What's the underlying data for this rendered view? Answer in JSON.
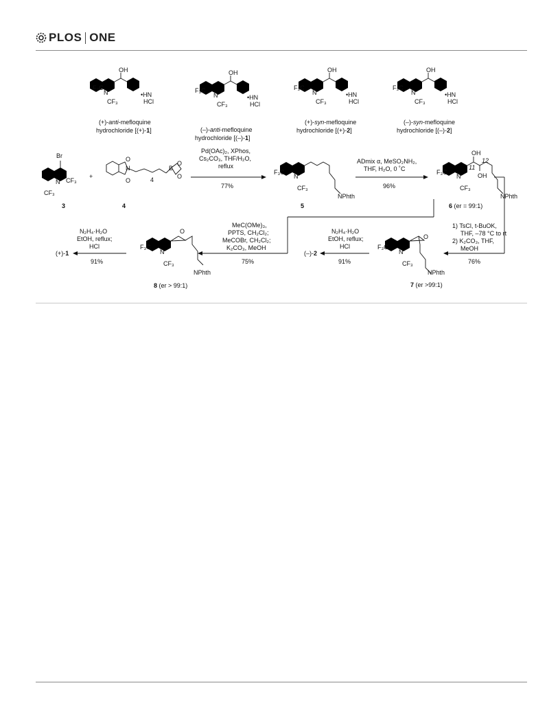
{
  "header": {
    "logo_left": "PLOS",
    "logo_right": "ONE"
  },
  "row1": [
    {
      "id": "m1",
      "line1_pre": "(+)-",
      "line1_it": "anti",
      "line1_post": "-mefloquine",
      "line2_pre": "hydrochloride [(+)-",
      "line2_b": "1",
      "line2_post": "]"
    },
    {
      "id": "m2",
      "line1_pre": "(–)-",
      "line1_it": "anti",
      "line1_post": "-mefloquine",
      "line2_pre": "hydrochloride [(–)-",
      "line2_b": "1",
      "line2_post": "]"
    },
    {
      "id": "m3",
      "line1_pre": "(+)-",
      "line1_it": "syn",
      "line1_post": "-mefloquine",
      "line2_pre": "hydrochloride [(+)-",
      "line2_b": "2",
      "line2_post": "]"
    },
    {
      "id": "m4",
      "line1_pre": "(–)-",
      "line1_it": "syn",
      "line1_post": "-mefloquine",
      "line2_pre": "hydrochloride [(–)-",
      "line2_b": "2",
      "line2_post": "]"
    }
  ],
  "labels": {
    "oh": "OH",
    "hn": "•HN",
    "hcl": "HCl",
    "f3c": "F₃C",
    "cf3": "CF₃",
    "n": "N",
    "br": "Br",
    "b": "B",
    "o": "O",
    "nphth": "NPhth",
    "plus": "+",
    "sub4": "4",
    "c11": "11",
    "c12": "12"
  },
  "compounds": {
    "c3": "3",
    "c4": "4",
    "c5": "5",
    "c6_num": "6",
    "c6_er": "(er = 99:1)",
    "c7_num": "7",
    "c7_er": "(er >99:1)",
    "c8_num": "8",
    "c8_er": "(er > 99:1)"
  },
  "reactions": {
    "r1": {
      "lines": [
        "Pd(OAc)₂, XPhos,",
        "Cs₂CO₃, THF/H₂O,",
        "reflux"
      ],
      "yield": "77%"
    },
    "r2": {
      "lines": [
        "ADmix α, MeSO₂NH₂,",
        "THF, H₂O, 0 ˚C"
      ],
      "yield": "96%"
    },
    "r3": {
      "lines": [
        "1) TsCl, t-BuOK,",
        "THF, –78 °C to rt",
        "2) K₂CO₃, THF,",
        "MeOH"
      ],
      "yield": "76%"
    },
    "r4": {
      "lines": [
        "N₂H₄·H₂O",
        "EtOH, reflux;",
        "HCl"
      ],
      "yield": "91%",
      "product_pre": "(–)-",
      "product_b": "2"
    },
    "r5": {
      "lines": [
        "MeC(OMe)₃,",
        "PPTS, CH₂Cl₂;",
        "MeCOBr, CH₂Cl₂;",
        "K₂CO₃, MeOH"
      ],
      "yield": "75%"
    },
    "r6": {
      "lines": [
        "N₂H₄·H₂O",
        "EtOH, reflux;",
        "HCl"
      ],
      "yield": "91%",
      "product_pre": "(+)-",
      "product_b": "1"
    }
  }
}
